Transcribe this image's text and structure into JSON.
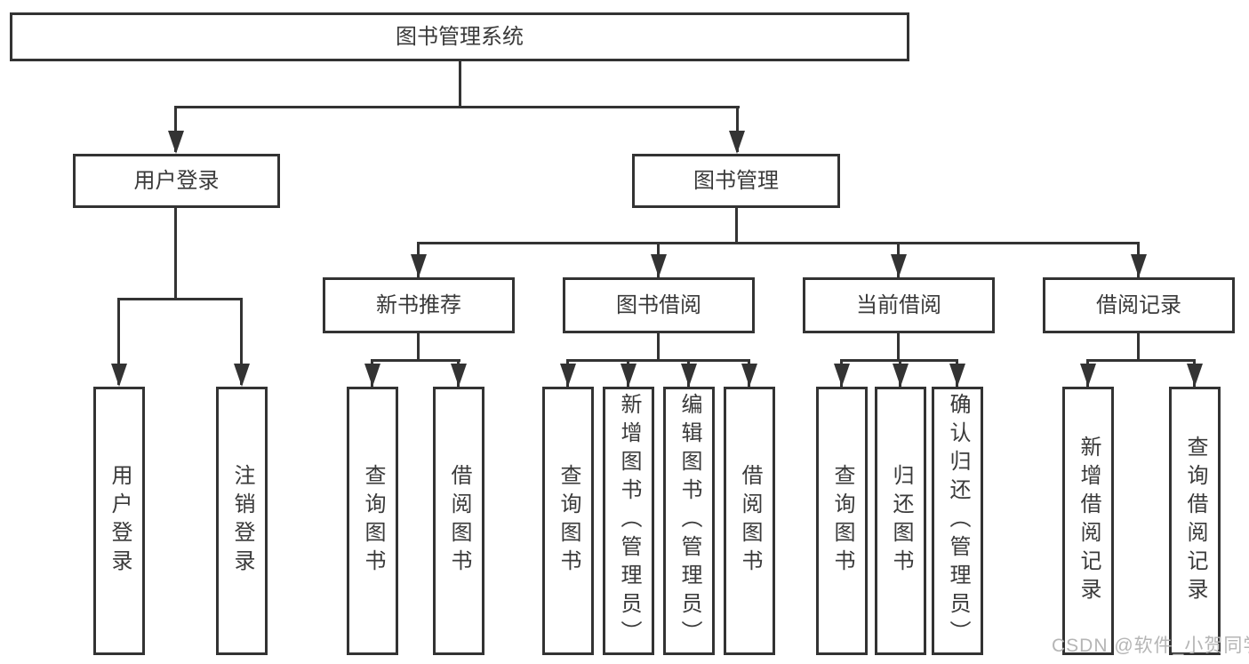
{
  "diagram": {
    "root": {
      "label": "图书管理系统"
    },
    "branches": [
      {
        "label": "用户登录",
        "children": [
          {
            "label": "用户登录"
          },
          {
            "label": "注销登录"
          }
        ]
      },
      {
        "label": "图书管理",
        "children": [
          {
            "label": "新书推荐",
            "children": [
              {
                "label": "查询图书"
              },
              {
                "label": "借阅图书"
              }
            ]
          },
          {
            "label": "图书借阅",
            "children": [
              {
                "label": "查询图书"
              },
              {
                "label": "新增图书（管理员）"
              },
              {
                "label": "编辑图书（管理员）"
              },
              {
                "label": "借阅图书"
              }
            ]
          },
          {
            "label": "当前借阅",
            "children": [
              {
                "label": "查询图书"
              },
              {
                "label": "归还图书"
              },
              {
                "label": "确认归还（管理员）"
              }
            ]
          },
          {
            "label": "借阅记录",
            "children": [
              {
                "label": "新增借阅记录"
              },
              {
                "label": "查询借阅记录"
              }
            ]
          }
        ]
      }
    ]
  },
  "watermark": {
    "text": "CSDN @软件_小贺同学"
  },
  "colors": {
    "line": "#333333",
    "text": "#3a3a3a",
    "box_fill": "#ffffff",
    "background": "#ffffff",
    "watermark": "#b5b5b5"
  }
}
